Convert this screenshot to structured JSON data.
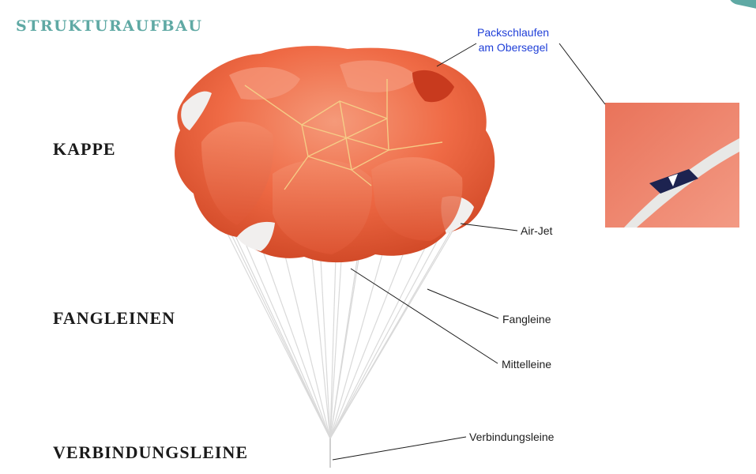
{
  "heading": "STRUKTURAUFBAU",
  "sections": {
    "kappe": "KAPPE",
    "fangleinen": "FANGLEINEN",
    "verbindungsleine": "VERBINDUNGSLEINE"
  },
  "callouts": {
    "packschlaufen_line1": "Packschlaufen",
    "packschlaufen_line2": "am Obersegel",
    "air_jet": "Air-Jet",
    "fangleine": "Fangleine",
    "mittelleine": "Mittelleine",
    "verbindungsleine": "Verbindungsleine"
  },
  "colors": {
    "heading": "#5fa9a4",
    "canopy": "#ef6a45",
    "canopy_dark": "#d84a2a",
    "accent_blue": "#1f3fd8"
  }
}
